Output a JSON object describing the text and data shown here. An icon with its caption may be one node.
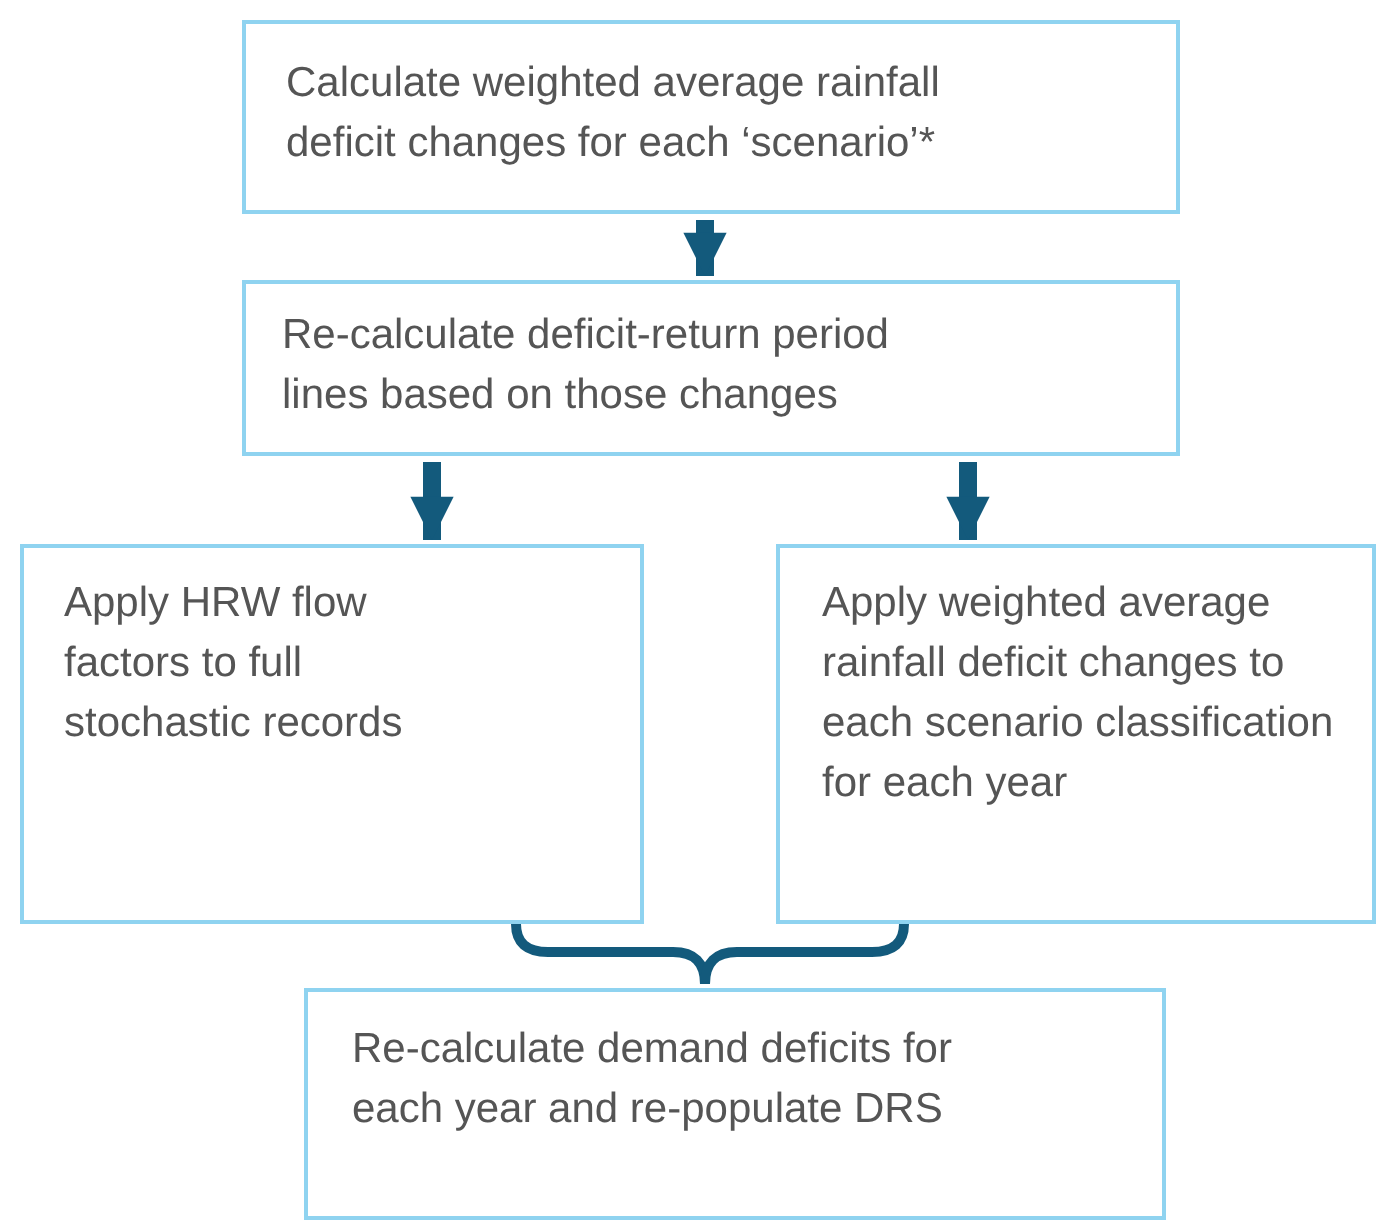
{
  "diagram": {
    "nodes": [
      {
        "text": [
          "Calculate weighted average rainfall deficit changes for each ‘scenario’*"
        ]
      },
      {
        "text": [
          "Re-calculate deficit-return period lines based on those changes"
        ]
      },
      {
        "text": [
          "Apply HRW flow factors to full stochastic records"
        ]
      },
      {
        "text": [
          "Apply weighted average rainfall deficit changes to each scenario classification for each year"
        ]
      },
      {
        "text": [
          "Re-calculate demand deficits for each year and re-populate DRS"
        ]
      }
    ],
    "edges": [
      {
        "from": 0,
        "to": 1,
        "arrow": "to"
      },
      {
        "from": 1,
        "to": 2,
        "arrow": "to"
      },
      {
        "from": 1,
        "to": 3,
        "arrow": "to"
      },
      {
        "from": 2,
        "to": 4,
        "arrow": "none"
      },
      {
        "from": 3,
        "to": 4,
        "arrow": "none"
      }
    ]
  }
}
